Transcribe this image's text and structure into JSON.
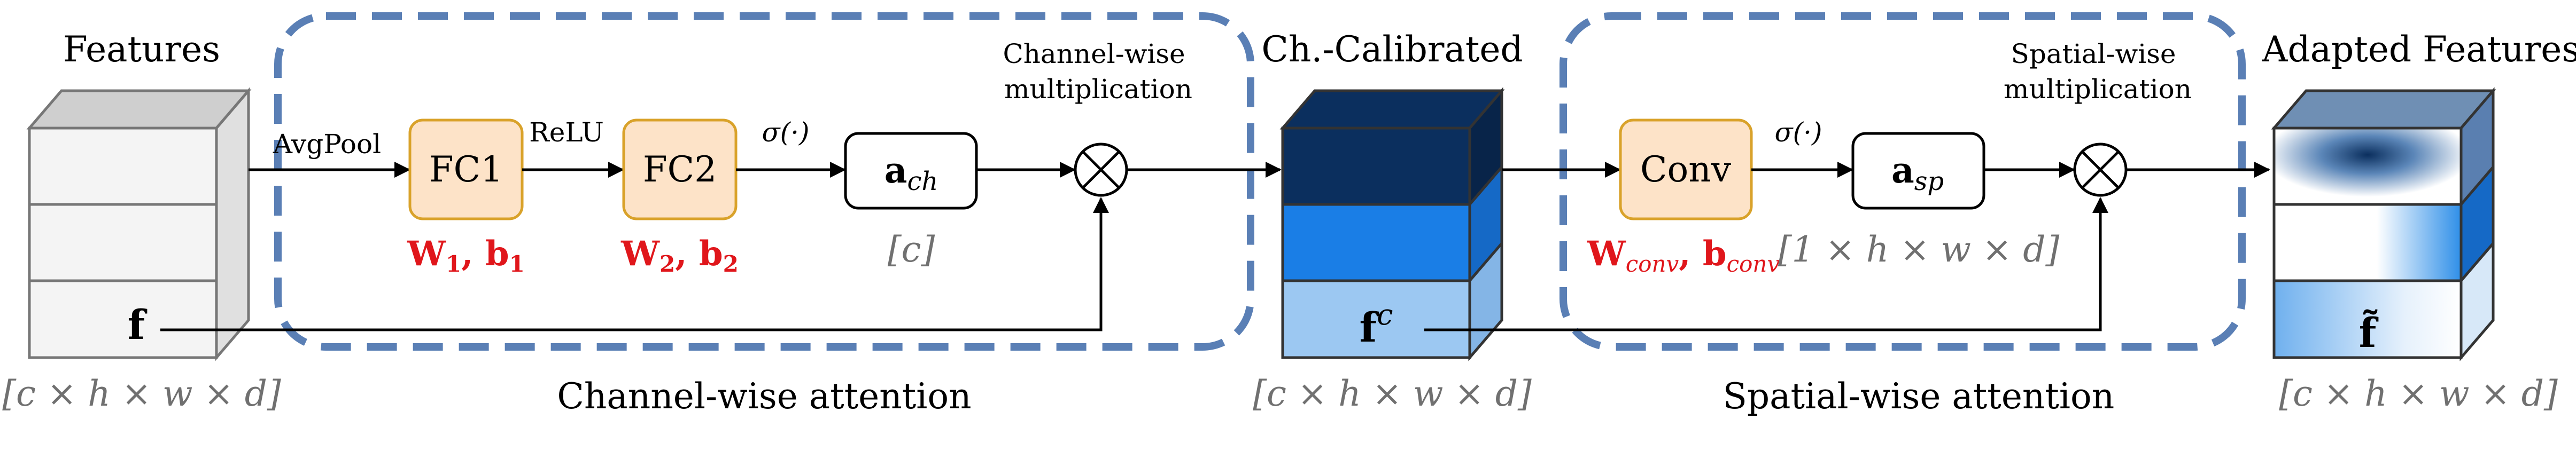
{
  "left": {
    "title": "Features",
    "var": "f",
    "dims": "[c × h × w × d]"
  },
  "channel": {
    "avgpool": "AvgPool",
    "fc1": "FC1",
    "relu": "ReLU",
    "fc2": "FC2",
    "sigma": "σ(·)",
    "w1": "W",
    "w1_sub": "1",
    "b1": "b",
    "b1_sub": "1",
    "w2": "W",
    "w2_sub": "2",
    "b2": "b",
    "b2_sub": "2",
    "a": "a",
    "a_sub": "ch",
    "a_dims": "[c]",
    "mult_line1": "Channel-wise",
    "mult_line2": "multiplication",
    "caption": "Channel-wise attention"
  },
  "middle": {
    "title": "Ch.-Calibrated",
    "var": "f",
    "var_sup": "c",
    "dims": "[c × h × w × d]"
  },
  "spatial": {
    "conv": "Conv",
    "sigma": "σ(·)",
    "w": "W",
    "w_sub": "conv",
    "b": "b",
    "b_sub": "conv",
    "a": "a",
    "a_sub": "sp",
    "a_dims": "[1 × h × w × d]",
    "mult_line1": "Spatial-wise",
    "mult_line2": "multiplication",
    "caption": "Spatial-wise attention"
  },
  "right": {
    "title": "Adapted Features",
    "var": "f̃",
    "dims": "[c × h × w × d]"
  },
  "colors": {
    "dashed_border": "#5a7fb5",
    "module_fill": "#fde3c8",
    "module_stroke": "#d9a22a",
    "red_text": "#e0161b",
    "blue_dark": "#0b2f5e",
    "blue_mid": "#1a7ee6",
    "blue_light": "#9cc8f2"
  }
}
